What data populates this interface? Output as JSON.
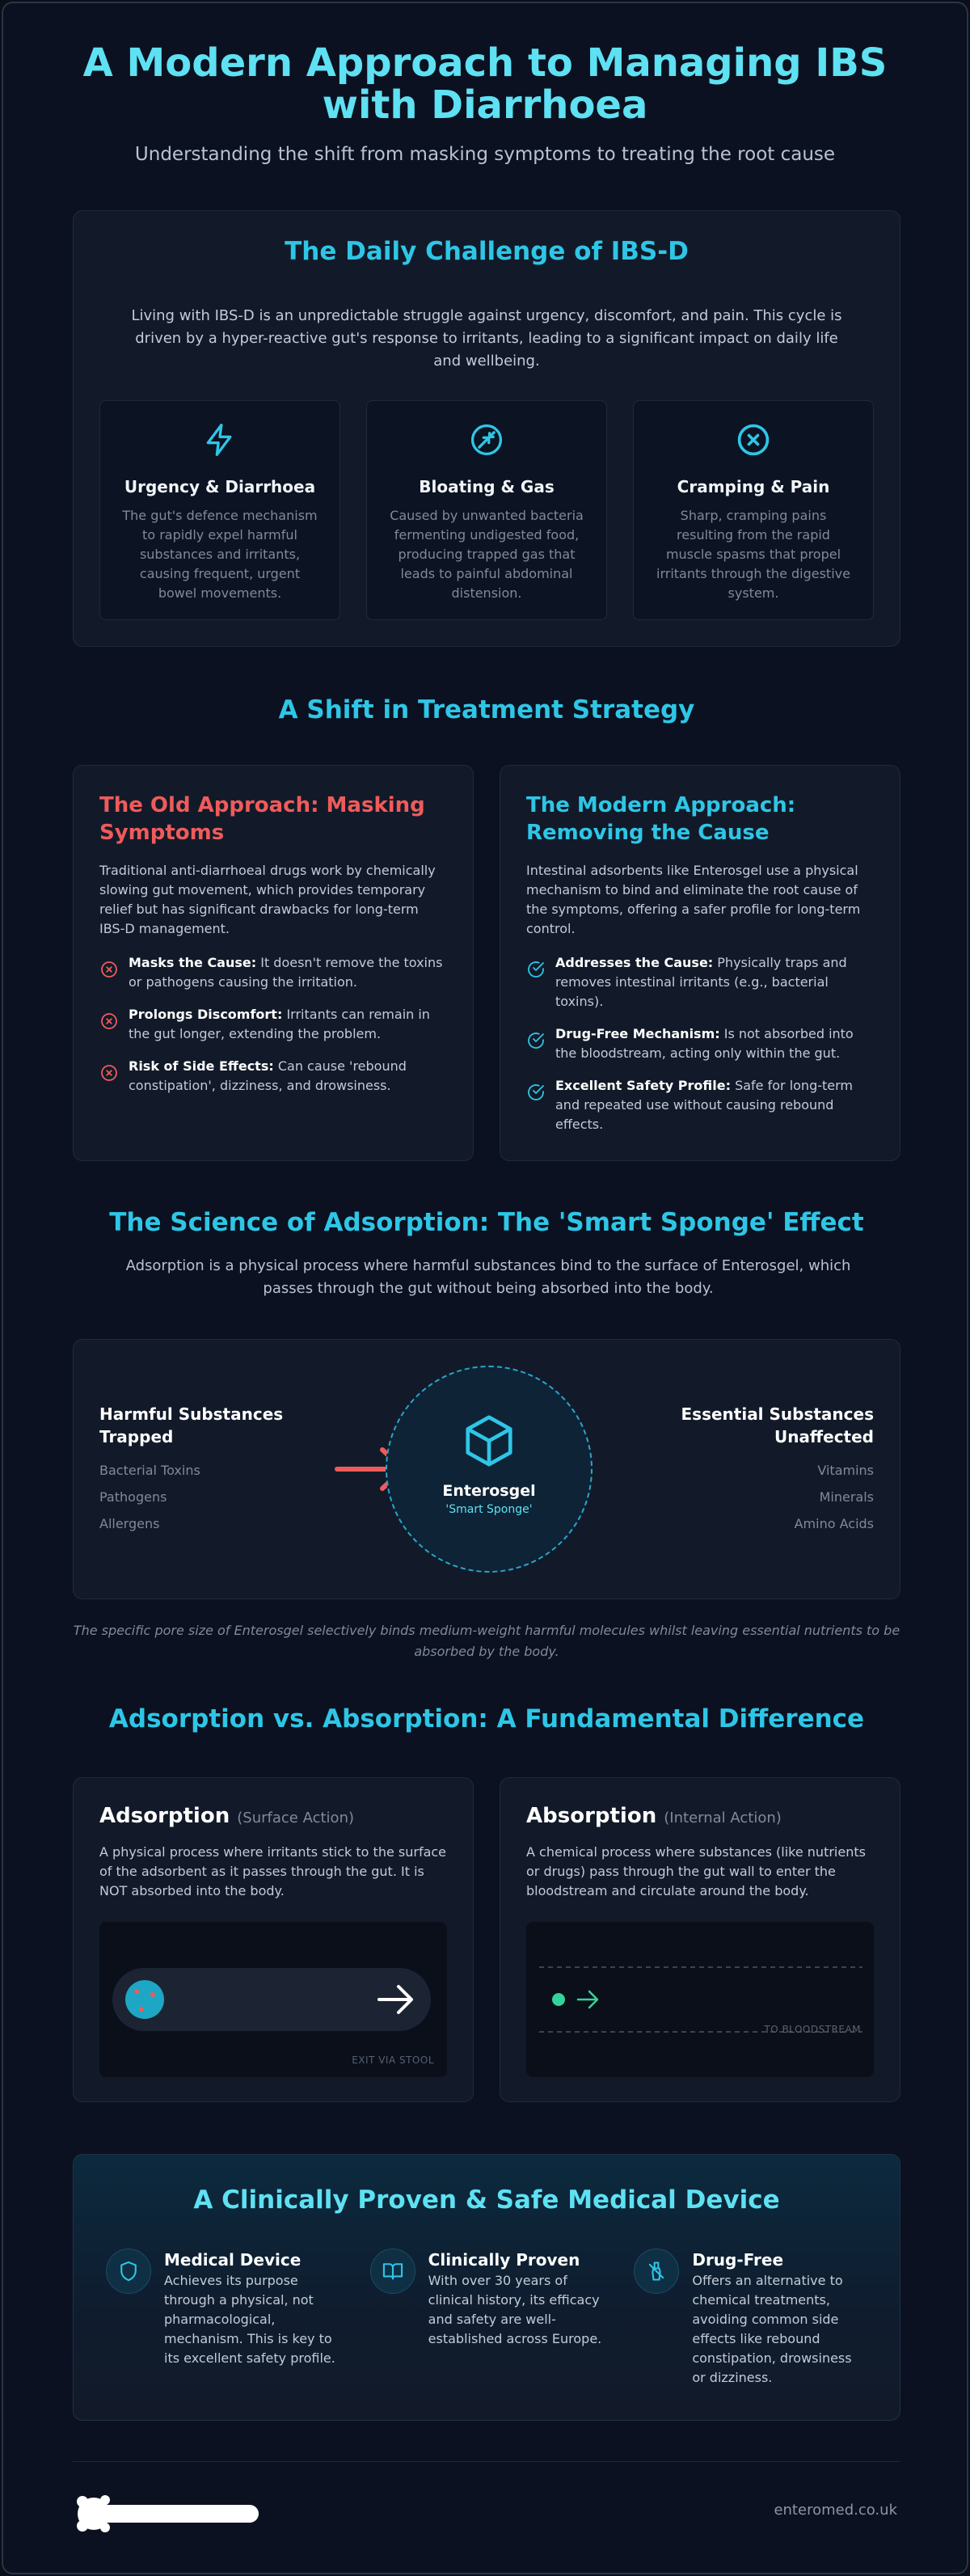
{
  "header": {
    "title_line1": "A Modern Approach to Managing IBS",
    "title_line2": "with Diarrhoea",
    "subtitle": "Understanding the shift from masking symptoms to treating the root cause"
  },
  "daily": {
    "title": "The Daily Challenge of IBS-D",
    "intro": "Living with IBS-D is an unpredictable struggle against urgency, discomfort, and pain. This cycle is driven by a hyper-reactive gut's response to irritants, leading to a significant impact on daily life and wellbeing.",
    "cards": [
      {
        "icon": "lightning-icon",
        "title": "Urgency & Diarrhoea",
        "desc": "The gut's defence mechanism to rapidly expel harmful substances and irritants, causing frequent, urgent bowel movements."
      },
      {
        "icon": "bloating-icon",
        "title": "Bloating & Gas",
        "desc": "Caused by unwanted bacteria fermenting undigested food, producing trapped gas that leads to painful abdominal distension."
      },
      {
        "icon": "cross-circle-icon",
        "title": "Cramping & Pain",
        "desc": "Sharp, cramping pains resulting from the rapid muscle spasms that propel irritants through the digestive system."
      }
    ]
  },
  "shift": {
    "title": "A Shift in Treatment Strategy",
    "old": {
      "title": "The Old Approach: Masking Symptoms",
      "desc": "Traditional anti-diarrhoeal drugs work by chemically slowing gut movement, which provides temporary relief but has significant drawbacks for long-term IBS-D management.",
      "items": [
        {
          "bold": "Masks the Cause:",
          "text": " It doesn't remove the toxins or pathogens causing the irritation."
        },
        {
          "bold": "Prolongs Discomfort:",
          "text": " Irritants can remain in the gut longer, extending the problem."
        },
        {
          "bold": "Risk of Side Effects:",
          "text": " Can cause 'rebound constipation', dizziness, and drowsiness."
        }
      ]
    },
    "modern": {
      "title": "The Modern Approach: Removing the Cause",
      "desc": "Intestinal adsorbents like Enterosgel use a physical mechanism to bind and eliminate the root cause of the symptoms, offering a safer profile for long-term control.",
      "items": [
        {
          "bold": "Addresses the Cause:",
          "text": " Physically traps and removes intestinal irritants (e.g., bacterial toxins)."
        },
        {
          "bold": "Drug-Free Mechanism:",
          "text": " Is not absorbed into the bloodstream, acting only within the gut."
        },
        {
          "bold": "Excellent Safety Profile:",
          "text": " Safe for long-term and repeated use without causing rebound effects."
        }
      ]
    }
  },
  "science": {
    "title": "The Science of Adsorption: The 'Smart Sponge' Effect",
    "subtitle": "Adsorption is a physical process where harmful substances bind to the surface of Enterosgel, which passes through the gut without being absorbed into the body.",
    "harmful_title": "Harmful Substances Trapped",
    "harmful_items": [
      "Bacterial Toxins",
      "Pathogens",
      "Allergens"
    ],
    "essential_title": "Essential Substances Unaffected",
    "essential_items": [
      "Vitamins",
      "Minerals",
      "Amino Acids"
    ],
    "center_name": "Enterosgel",
    "center_sub": "'Smart Sponge'",
    "note": "The specific pore size of Enterosgel selectively binds medium-weight harmful molecules whilst leaving essential nutrients to be absorbed by the body."
  },
  "difference": {
    "title": "Adsorption vs. Absorption: A Fundamental Difference",
    "adsorption": {
      "title": "Adsorption",
      "tag": "(Surface Action)",
      "desc": "A physical process where irritants stick to the surface of the adsorbent as it passes through the gut. It is NOT absorbed into the body.",
      "label": "EXIT VIA STOOL"
    },
    "absorption": {
      "title": "Absorption",
      "tag": "(Internal Action)",
      "desc": "A chemical process where substances (like nutrients or drugs) pass through the gut wall to enter the bloodstream and circulate around the body.",
      "label": "TO BLOODSTREAM"
    }
  },
  "proven": {
    "title": "A Clinically Proven & Safe Medical Device",
    "items": [
      {
        "icon": "shield-icon",
        "title": "Medical Device",
        "desc": "Achieves its purpose through a physical, not pharmacological, mechanism. This is key to its excellent safety profile."
      },
      {
        "icon": "book-icon",
        "title": "Clinically Proven",
        "desc": "With over 30 years of clinical history, its efficacy and safety are well-established across Europe."
      },
      {
        "icon": "no-pill-icon",
        "title": "Drug-Free",
        "desc": "Offers an alternative to chemical treatments, avoiding common side effects like rebound constipation, drowsiness or dizziness."
      }
    ]
  },
  "footer": {
    "site": "enteromed.co.uk"
  },
  "colors": {
    "accent": "#2ec6e6",
    "accent_light": "#5ee1f2",
    "danger": "#ef5b5b",
    "success": "#34d399"
  }
}
